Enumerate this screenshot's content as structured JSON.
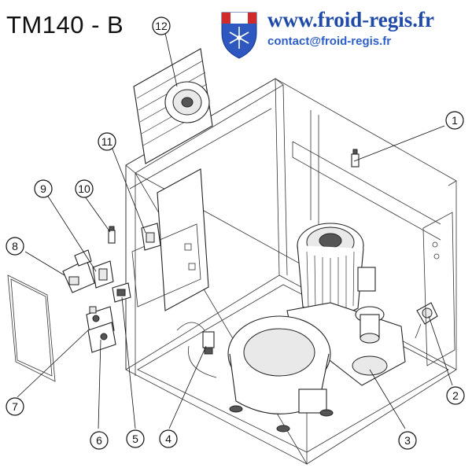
{
  "header": {
    "model": "TM140 - B",
    "website": "www.froid-regis.fr",
    "email": "contact@froid-regis.fr"
  },
  "colors": {
    "brand_blue": "#1f4aa8",
    "logo_flag_red": "#d12a2a",
    "logo_shield_blue": "#2e58c0",
    "line": "#222222"
  },
  "logo": {
    "icon": "snowflake-shield-logo"
  },
  "callouts": [
    "1",
    "2",
    "3",
    "4",
    "5",
    "6",
    "7",
    "8",
    "9",
    "10",
    "11",
    "12"
  ]
}
